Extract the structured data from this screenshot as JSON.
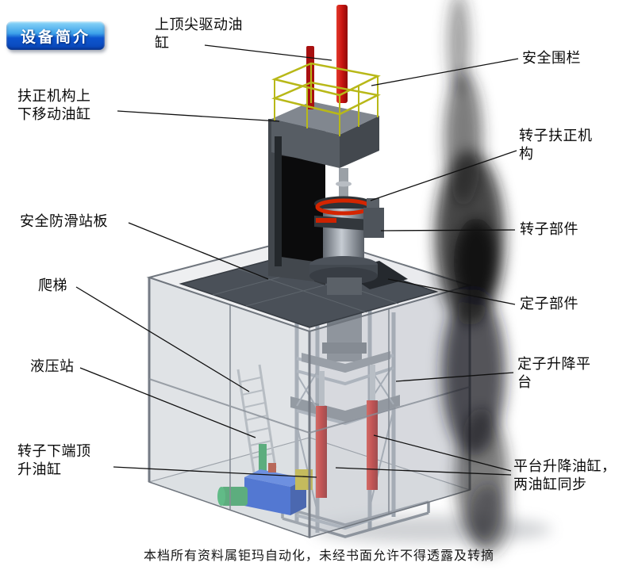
{
  "page": {
    "badge": "设备简介",
    "footer": "本档所有资料属钜玛自动化，未经书面允许不得透露及转摘"
  },
  "callouts": {
    "top_tip_cylinder": "上顶尖驱动油缸",
    "safety_fence": "安全围栏",
    "centering_updown_cylinder": "扶正机构上下移动油缸",
    "rotor_centering_mechanism": "转子扶正机构",
    "antislip_platform": "安全防滑站板",
    "rotor_part": "转子部件",
    "ladder": "爬梯",
    "stator_part": "定子部件",
    "hydraulic_station": "液压站",
    "stator_lift_platform": "定子升降平台",
    "rotor_bottom_jack_cylinder": "转子下端顶升油缸",
    "platform_lift_cylinders": "平台升降油缸，两油缸同步"
  },
  "colors": {
    "badge_blue": "#1e6fd9",
    "cylinder_red": "#c81410",
    "railing_yellow": "#b8b818",
    "hydraulic_blue": "#1c4fd2",
    "motor_green": "#2a9e56",
    "structure_gray": "#4a5058"
  }
}
